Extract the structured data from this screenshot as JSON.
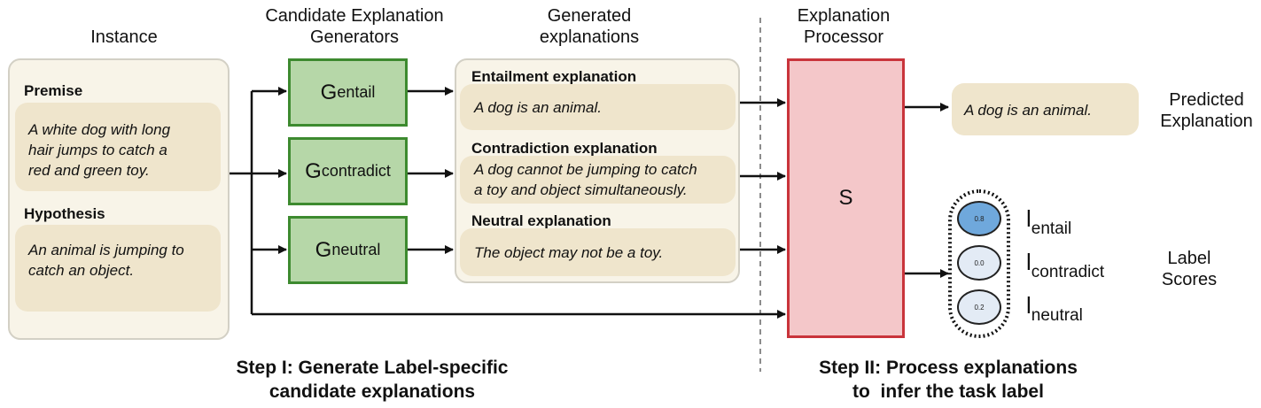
{
  "headers": {
    "instance": "Instance",
    "candidate_generators": [
      "Candidate Explanation",
      "Generators"
    ],
    "generated_explanations": [
      "Generated",
      "explanations"
    ],
    "explanation_processor": [
      "Explanation",
      "Processor"
    ]
  },
  "instance": {
    "premise_label": "Premise",
    "premise_text": [
      "A white dog with long",
      "hair jumps to catch a",
      "red and green toy."
    ],
    "hypothesis_label": "Hypothesis",
    "hypothesis_text": [
      "An animal is jumping to",
      "catch an object."
    ]
  },
  "generators": [
    {
      "base": "G",
      "sub": "entail"
    },
    {
      "base": "G",
      "sub": "contradict"
    },
    {
      "base": "G",
      "sub": "neutral"
    }
  ],
  "explanations": [
    {
      "label": "Entailment explanation",
      "text": [
        "A dog is an animal."
      ]
    },
    {
      "label": "Contradiction explanation",
      "text": [
        "A dog cannot be jumping to catch",
        "a toy and object simultaneously."
      ]
    },
    {
      "label": "Neutral explanation",
      "text": [
        "The object may not be a toy."
      ]
    }
  ],
  "processor": {
    "label": "S"
  },
  "output": {
    "predicted_text": "A dog is an animal.",
    "predicted_label": [
      "Predicted",
      "Explanation"
    ],
    "scores": [
      {
        "value": "0.8",
        "base": "l",
        "sub": "entail",
        "fill": "#6fa8dc"
      },
      {
        "value": "0.0",
        "base": "l",
        "sub": "contradict",
        "fill": "#e3ebf5"
      },
      {
        "value": "0.2",
        "base": "l",
        "sub": "neutral",
        "fill": "#e3ebf5"
      }
    ],
    "scores_label": [
      "Label",
      "Scores"
    ]
  },
  "steps": {
    "step1": [
      "Step I: Generate Label-specific",
      "candidate explanations"
    ],
    "step2": [
      "Step II: Process explanations",
      "to  infer the task label"
    ]
  },
  "colors": {
    "generator_fill": "#b6d7a8",
    "generator_border": "#3d8a2f",
    "processor_fill": "#f4c7c9",
    "processor_border": "#c9343b"
  }
}
